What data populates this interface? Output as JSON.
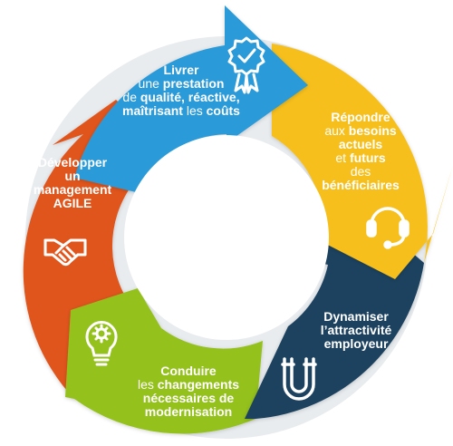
{
  "diagram": {
    "colors": {
      "blue": "#2a9ad9",
      "yellow": "#f6bf1a",
      "navy": "#1d4360",
      "green": "#94c11f",
      "orange": "#e0551c"
    },
    "segments": [
      {
        "id": "livrer",
        "color_key": "blue",
        "icon": "quality-ribbon-icon",
        "lines": [
          [
            {
              "t": "Livrer",
              "b": true
            }
          ],
          [
            {
              "t": "une ",
              "b": false
            },
            {
              "t": "prestation",
              "b": true
            }
          ],
          [
            {
              "t": "de ",
              "b": false
            },
            {
              "t": "qualité, réactive,",
              "b": true
            }
          ],
          [
            {
              "t": "maîtrisant ",
              "b": true
            },
            {
              "t": "les ",
              "b": false
            },
            {
              "t": "coûts",
              "b": true
            }
          ]
        ]
      },
      {
        "id": "repondre",
        "color_key": "yellow",
        "icon": "headset-icon",
        "lines": [
          [
            {
              "t": "Répondre",
              "b": true
            }
          ],
          [
            {
              "t": "aux ",
              "b": false
            },
            {
              "t": "besoins",
              "b": true
            }
          ],
          [
            {
              "t": "actuels",
              "b": true
            }
          ],
          [
            {
              "t": "et ",
              "b": false
            },
            {
              "t": "futurs",
              "b": true
            }
          ],
          [
            {
              "t": "des",
              "b": false
            }
          ],
          [
            {
              "t": "bénéficiaires",
              "b": true
            }
          ]
        ]
      },
      {
        "id": "dynamiser",
        "color_key": "navy",
        "icon": "magnet-icon",
        "lines": [
          [
            {
              "t": "Dynamiser",
              "b": true
            }
          ],
          [
            {
              "t": "l’attractivité",
              "b": true
            }
          ],
          [
            {
              "t": "employeur",
              "b": true
            }
          ]
        ]
      },
      {
        "id": "conduire",
        "color_key": "green",
        "icon": "lightbulb-gear-icon",
        "lines": [
          [
            {
              "t": "Conduire",
              "b": true
            }
          ],
          [
            {
              "t": "les ",
              "b": false
            },
            {
              "t": "changements",
              "b": true
            }
          ],
          [
            {
              "t": "nécessaires de",
              "b": true
            }
          ],
          [
            {
              "t": "modernisation",
              "b": true
            }
          ]
        ]
      },
      {
        "id": "developper",
        "color_key": "orange",
        "icon": "handshake-icon",
        "lines": [
          [
            {
              "t": "Développer",
              "b": true
            }
          ],
          [
            {
              "t": "un",
              "b": true
            }
          ],
          [
            {
              "t": "management",
              "b": true
            }
          ],
          [
            {
              "t": "AGILE",
              "b": true
            }
          ]
        ]
      }
    ]
  }
}
